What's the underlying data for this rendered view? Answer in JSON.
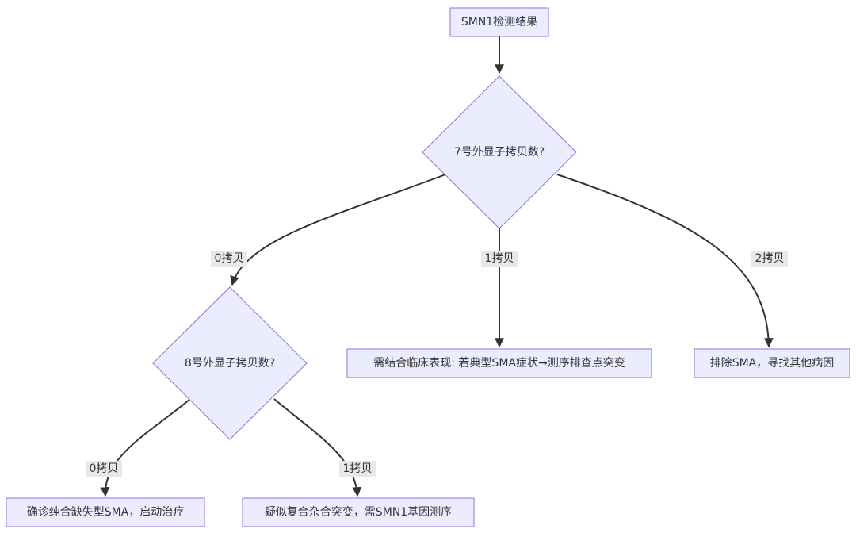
{
  "nodes": {
    "start": "SMN1检测结果",
    "q_exon7": "7号外显子拷贝数?",
    "q_exon8": "8号外显子拷贝数?",
    "clinical": "需结合临床表现: 若典型SMA症状→测序排查点突变",
    "exclude": "排除SMA，寻找其他病因",
    "diagnose": "确诊纯合缺失型SMA，启动治疗",
    "suspect": "疑似复合杂合突变，需SMN1基因测序"
  },
  "edges": {
    "e7_0": "0拷贝",
    "e7_1": "1拷贝",
    "e7_2": "2拷贝",
    "e8_0": "0拷贝",
    "e8_1": "1拷贝"
  }
}
